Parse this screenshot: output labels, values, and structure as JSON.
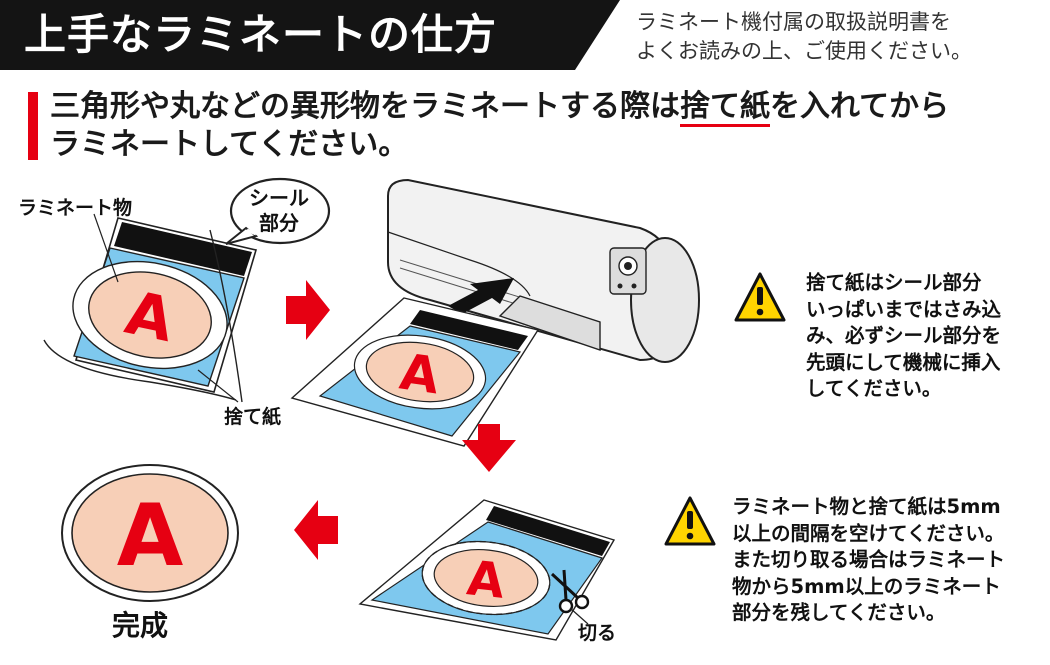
{
  "header": {
    "title": "上手なラミネートの仕方",
    "note": "ラミネート機付属の取扱説明書を\nよくお読みの上、ご使用ください。"
  },
  "subheading": {
    "part1": "三角形や丸などの異形物をラミネートする際は",
    "highlight": "捨て紙",
    "part2": "を入れてから",
    "line2": "ラミネートしてください。"
  },
  "labels": {
    "laminate_item": "ラミネート物",
    "seal_bubble": "シール\n部分",
    "waste_paper": "捨て紙",
    "cut": "切る",
    "done": "完成",
    "badge_letter": "A"
  },
  "notes": {
    "note1": "捨て紙はシール部分\nいっぱいまではさみ込\nみ、必ずシール部分を\n先頭にして機械に挿入\nしてください。",
    "note2": "ラミネート物と捨て紙は5mm\n以上の間隔を空けてください。\nまた切り取る場合はラミネート\n物から5mm以上のラミネート\n部分を残してください。"
  },
  "colors": {
    "banner": "#141414",
    "accent_red": "#e60012",
    "sheet_blue": "#7ec8ee",
    "badge_peach": "#f7cfb7",
    "warning_yellow": "#ffd400"
  }
}
